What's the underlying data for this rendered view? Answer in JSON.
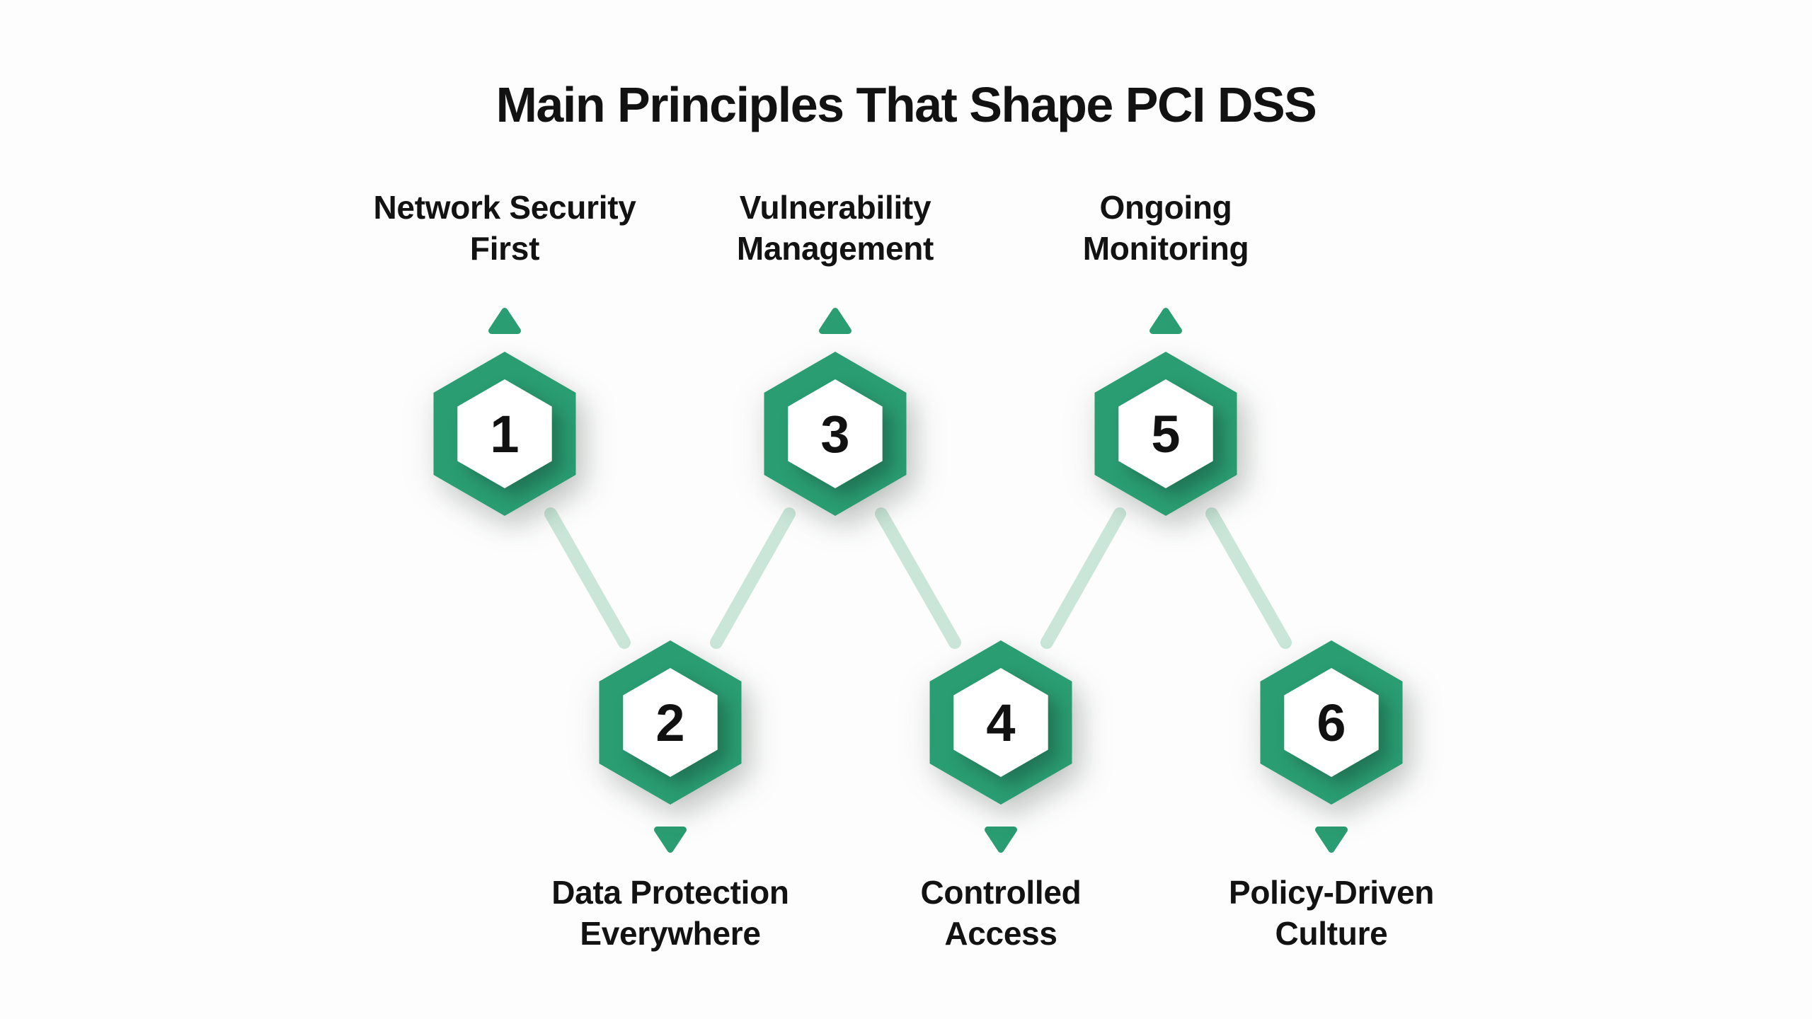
{
  "title": "Main Principles That Shape PCI DSS",
  "colors": {
    "green": "#2a9d72",
    "mint": "#c9e6d8",
    "text": "#121212",
    "bg": "#fdfdfd"
  },
  "nodes": [
    {
      "number": "1",
      "label": "Network Security\nFirst",
      "row": "top"
    },
    {
      "number": "2",
      "label": "Data Protection\nEverywhere",
      "row": "bottom"
    },
    {
      "number": "3",
      "label": "Vulnerability\nManagement",
      "row": "top"
    },
    {
      "number": "4",
      "label": "Controlled\nAccess",
      "row": "bottom"
    },
    {
      "number": "5",
      "label": "Ongoing\nMonitoring",
      "row": "top"
    },
    {
      "number": "6",
      "label": "Policy-Driven\nCulture",
      "row": "bottom"
    }
  ],
  "connections": [
    "1-2",
    "2-3",
    "3-4",
    "4-5",
    "5-6"
  ]
}
